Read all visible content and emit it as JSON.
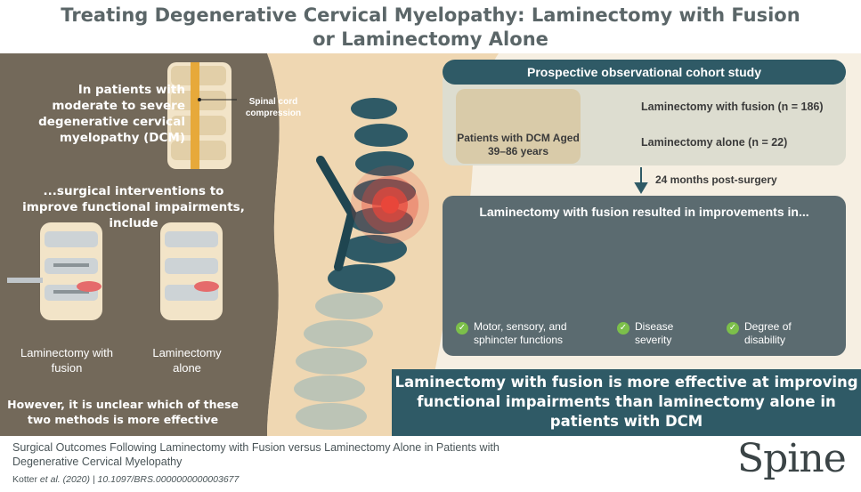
{
  "title": {
    "line1": "Treating Degenerative Cervical Myelopathy: Laminectomy with Fusion",
    "line2": "or Laminectomy Alone"
  },
  "left": {
    "intro": "In patients with moderate to severe degenerative cervical myelopathy (DCM)",
    "spinal_cord_label": "Spinal cord compression",
    "interventions": "...surgical interventions to improve functional impairments, include",
    "method1": "Laminectomy with fusion",
    "method2": "Laminectomy alone",
    "unclear": "However, it is unclear which of these two methods is more effective"
  },
  "study": {
    "header": "Prospective observational cohort study",
    "patients": "Patients with DCM Aged 39–86 years",
    "arm1": "Laminectomy with fusion (n = 186)",
    "arm2": "Laminectomy alone (n = 22)",
    "followup": "24 months post-surgery"
  },
  "results": {
    "title": "Laminectomy with fusion resulted in improvements in...",
    "outcome1": "Motor, sensory, and sphincter functions",
    "outcome2": "Disease severity",
    "outcome3": "Degree of disability",
    "check_color": "#7cbf4a"
  },
  "conclusion": "Laminectomy with fusion is more effective at improving functional impairments than laminectomy alone in patients with DCM",
  "footer": {
    "citation_title": "Surgical Outcomes Following Laminectomy with Fusion versus Laminectomy Alone in Patients with Degenerative Cervical Myelopathy",
    "author": "Kotter",
    "author_suffix": " et al. (2020)  |  10.1097/BRS.0000000000003677",
    "logo": "Spine"
  },
  "colors": {
    "brown_panel": "#6b6152",
    "teal": "#2f5a66",
    "slate": "#5b6b70",
    "cream": "#f6efe2"
  }
}
